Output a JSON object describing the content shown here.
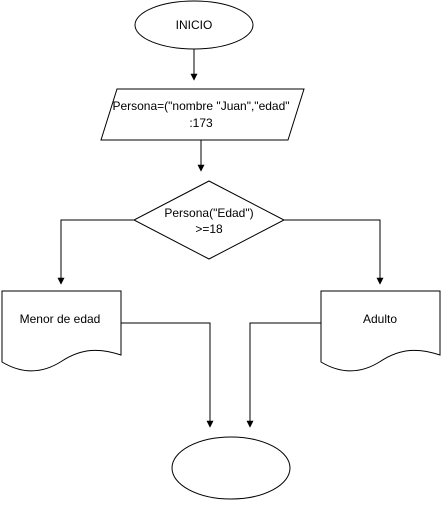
{
  "diagram": {
    "start": {
      "label": "INICIO"
    },
    "input": {
      "line1": "Persona=(\"nombre \"Juan\",\"edad\"",
      "line2": ":173"
    },
    "decision": {
      "line1": "Persona(\"Edad\")",
      "line2": ">=18"
    },
    "doc_left": {
      "label": "Menor de edad"
    },
    "doc_right": {
      "label": "Adulto"
    },
    "end": {
      "label": ""
    }
  },
  "colors": {
    "stroke": "#000000",
    "fill": "#ffffff"
  }
}
